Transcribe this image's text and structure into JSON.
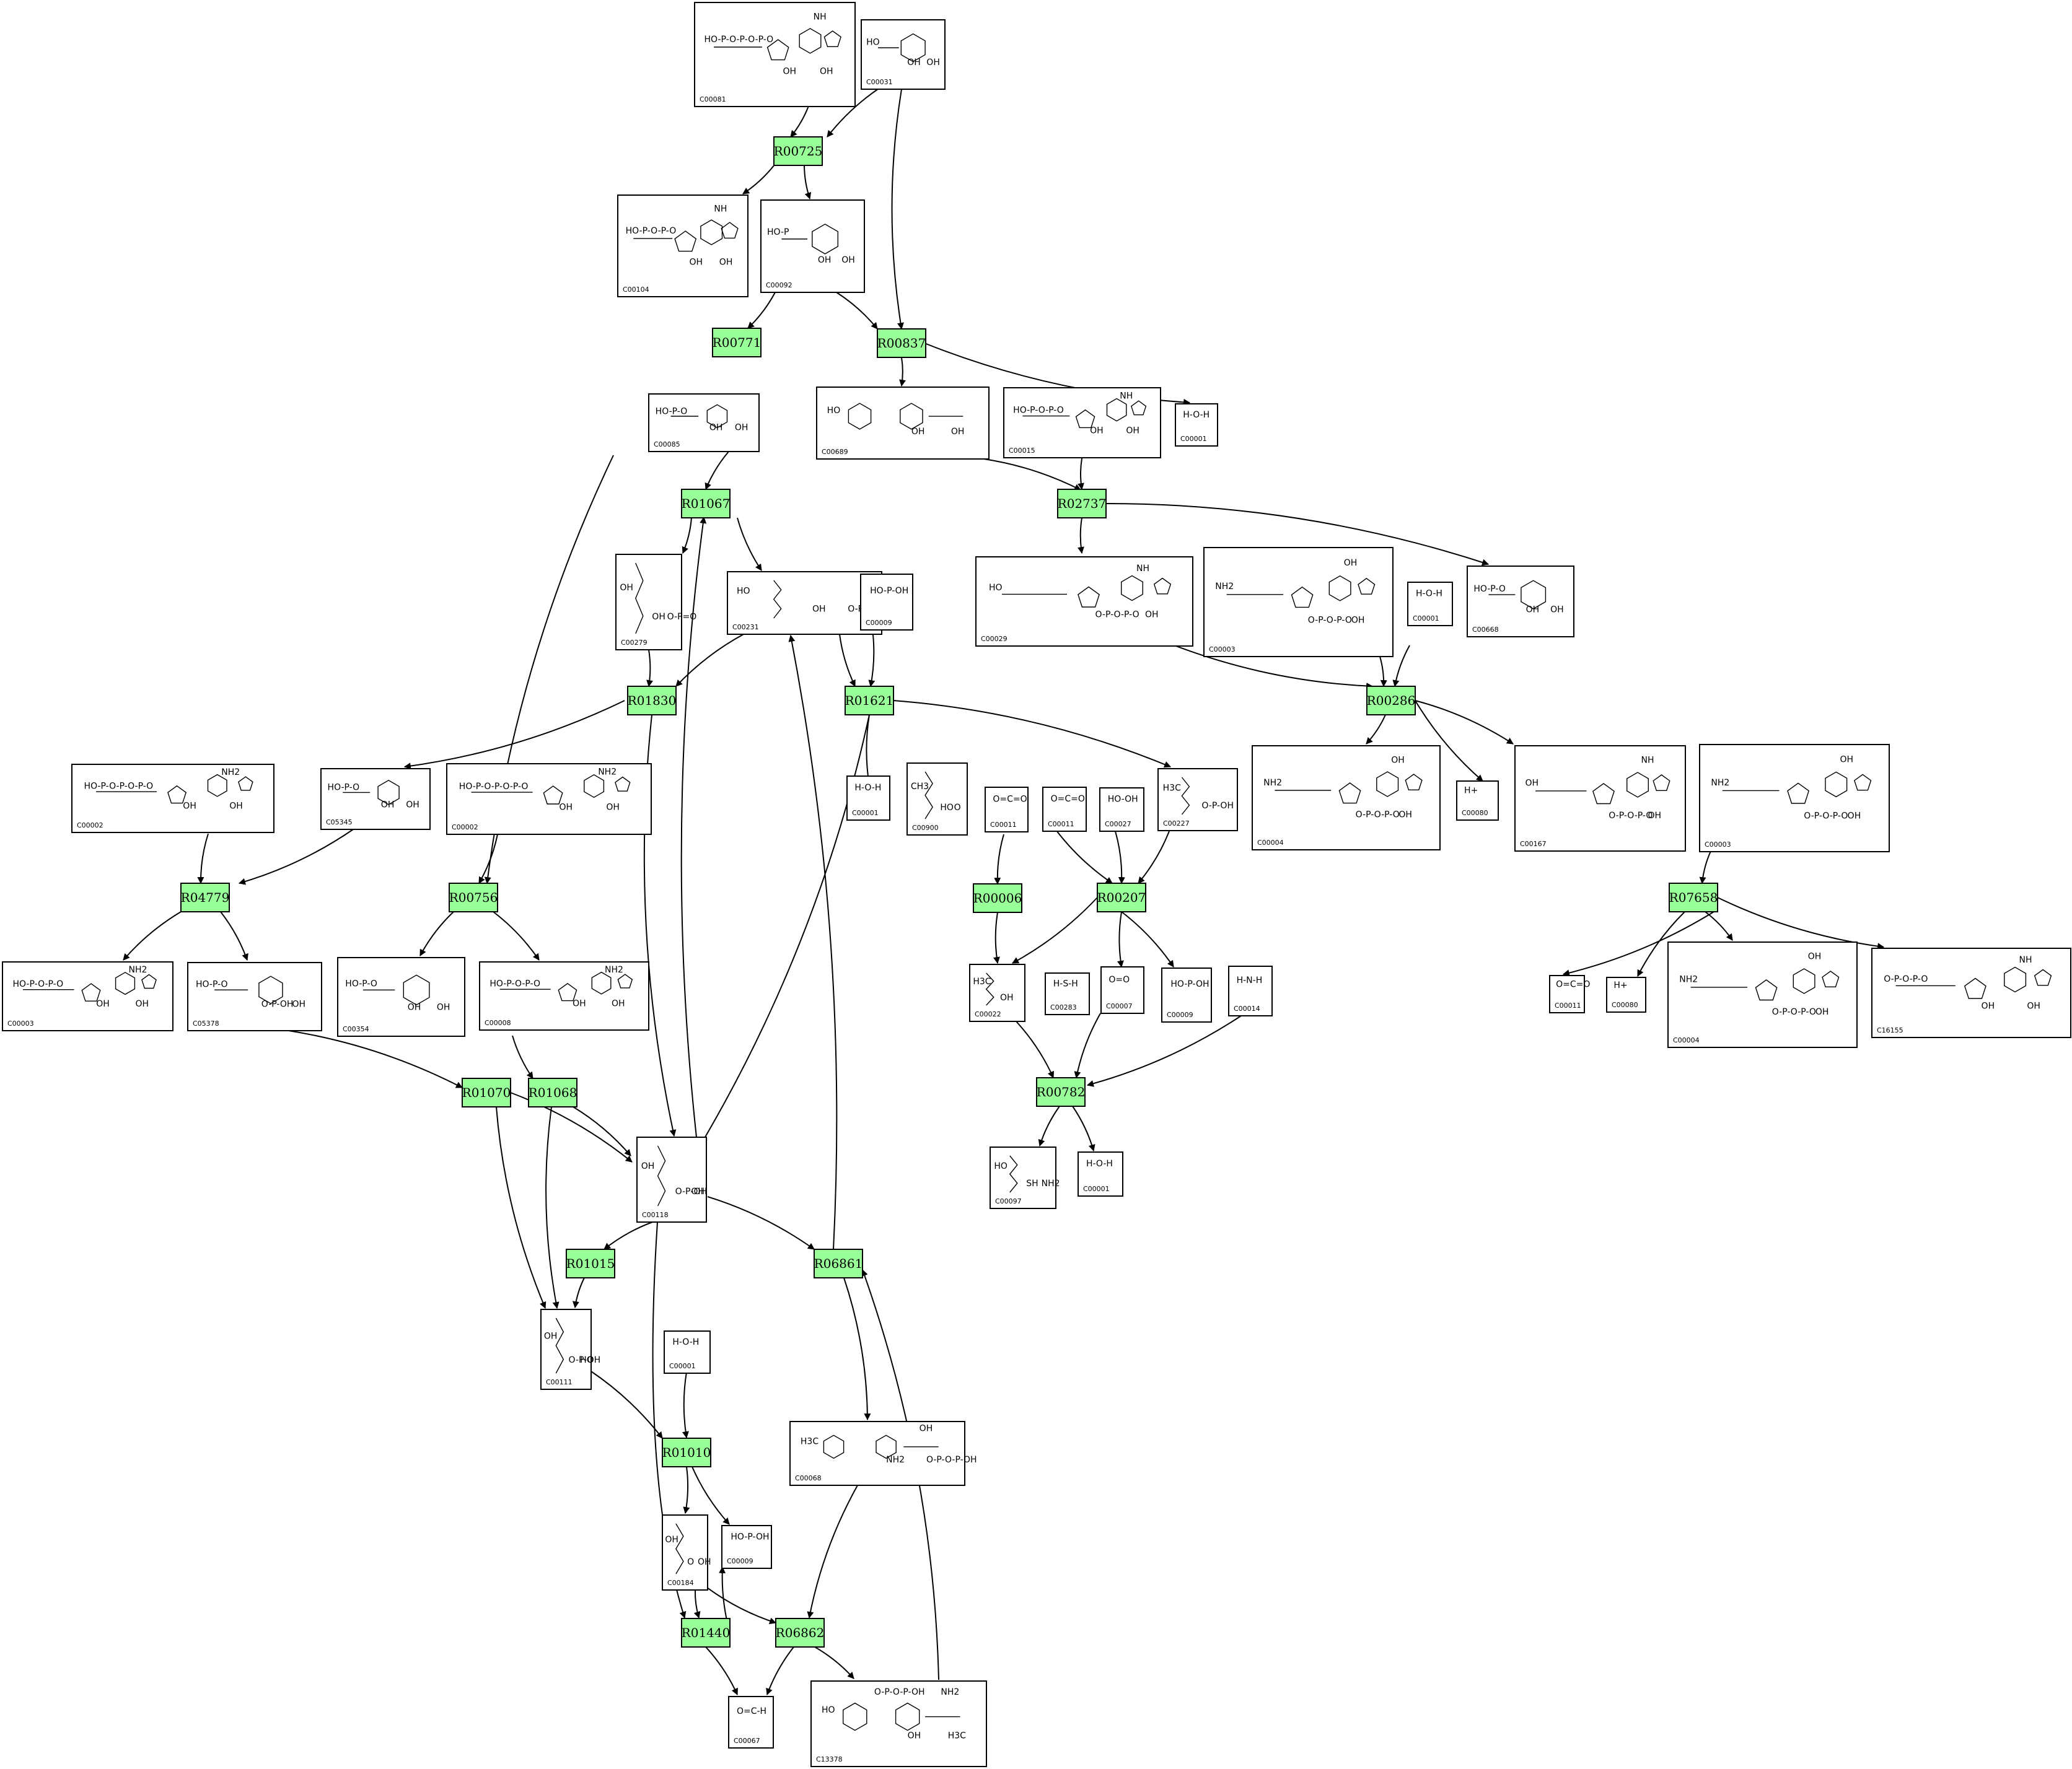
{
  "colors": {
    "reaction_fill": "#99ff99",
    "line": "#000000",
    "background": "#ffffff"
  },
  "reactions": [
    {
      "id": "R00725"
    },
    {
      "id": "R00771"
    },
    {
      "id": "R00837"
    },
    {
      "id": "R01067"
    },
    {
      "id": "R02737"
    },
    {
      "id": "R01830"
    },
    {
      "id": "R01621"
    },
    {
      "id": "R00286"
    },
    {
      "id": "R04779"
    },
    {
      "id": "R00756"
    },
    {
      "id": "R00006"
    },
    {
      "id": "R00207"
    },
    {
      "id": "R07658"
    },
    {
      "id": "R00782"
    },
    {
      "id": "R01070"
    },
    {
      "id": "R01068"
    },
    {
      "id": "R01015"
    },
    {
      "id": "R06861"
    },
    {
      "id": "R01010"
    },
    {
      "id": "R01440"
    },
    {
      "id": "R06862"
    }
  ],
  "compounds": [
    {
      "id": "C00081",
      "structure": "ring-nucleotide",
      "labels": [
        "HO-P-O-P-O-P-O",
        "OH",
        "OH",
        "NH"
      ]
    },
    {
      "id": "C00031",
      "structure": "ring-sugar",
      "labels": [
        "HO",
        "OH",
        "OH"
      ]
    },
    {
      "id": "C00104",
      "structure": "ring-nucleotide",
      "labels": [
        "HO-P-O-P-O",
        "OH",
        "OH",
        "NH"
      ]
    },
    {
      "id": "C00092",
      "structure": "ring-sugar",
      "labels": [
        "HO-P",
        "OH",
        "OH"
      ]
    },
    {
      "id": "C00085",
      "structure": "ring-sugar",
      "labels": [
        "HO-P-O",
        "OH",
        "OH"
      ]
    },
    {
      "id": "C00689",
      "structure": "ring-double",
      "labels": [
        "HO",
        "OH",
        "OH"
      ]
    },
    {
      "id": "C00015",
      "structure": "ring-nucleotide",
      "labels": [
        "HO-P-O-P-O",
        "OH",
        "OH",
        "NH"
      ]
    },
    {
      "id": "C00001",
      "structure": "small",
      "labels": [
        "H-O-H"
      ]
    },
    {
      "id": "C00279",
      "structure": "chain",
      "labels": [
        "OH",
        "OH",
        "O-P=O"
      ]
    },
    {
      "id": "C00231",
      "structure": "chain",
      "labels": [
        "HO",
        "OH",
        "O-P-OH"
      ]
    },
    {
      "id": "C00009",
      "structure": "small",
      "labels": [
        "HO-P-OH"
      ]
    },
    {
      "id": "C00029",
      "structure": "ring-nucleotide",
      "labels": [
        "HO",
        "O-P-O-P-O",
        "OH",
        "NH"
      ]
    },
    {
      "id": "C00003",
      "structure": "ring-nucleotide",
      "labels": [
        "NH2",
        "O-P-O-P-O",
        "OH",
        "OH"
      ]
    },
    {
      "id": "C00001",
      "structure": "small",
      "labels": [
        "H-O-H"
      ]
    },
    {
      "id": "C00668",
      "structure": "ring-sugar",
      "labels": [
        "HO-P-O",
        "OH",
        "OH"
      ]
    },
    {
      "id": "C00002",
      "structure": "ring-nucleotide",
      "labels": [
        "HO-P-O-P-O-P-O",
        "OH",
        "OH",
        "NH2"
      ]
    },
    {
      "id": "C05345",
      "structure": "ring-sugar",
      "labels": [
        "HO-P-O",
        "OH",
        "OH"
      ]
    },
    {
      "id": "C00002",
      "structure": "ring-nucleotide",
      "labels": [
        "HO-P-O-P-O-P-O",
        "OH",
        "OH",
        "NH2"
      ]
    },
    {
      "id": "C00001",
      "structure": "small",
      "labels": [
        "H-O-H"
      ]
    },
    {
      "id": "C00900",
      "structure": "chain",
      "labels": [
        "CH3",
        "HO",
        "O"
      ]
    },
    {
      "id": "C00011",
      "structure": "small",
      "labels": [
        "O=C=O"
      ]
    },
    {
      "id": "C00011",
      "structure": "small",
      "labels": [
        "O=C=O"
      ]
    },
    {
      "id": "C00027",
      "structure": "small",
      "labels": [
        "HO-OH"
      ]
    },
    {
      "id": "C00227",
      "structure": "chain",
      "labels": [
        "H3C",
        "O-P-OH"
      ]
    },
    {
      "id": "C00004",
      "structure": "ring-nucleotide",
      "labels": [
        "NH2",
        "O-P-O-P-O",
        "OH",
        "OH"
      ]
    },
    {
      "id": "C00080",
      "structure": "small",
      "labels": [
        "H+"
      ]
    },
    {
      "id": "C00167",
      "structure": "ring-nucleotide",
      "labels": [
        "OH",
        "O-P-O-P-O",
        "OH",
        "NH"
      ]
    },
    {
      "id": "C00003",
      "structure": "ring-nucleotide",
      "labels": [
        "NH2",
        "O-P-O-P-O",
        "OH",
        "OH"
      ]
    },
    {
      "id": "C00003",
      "structure": "ring-nucleotide",
      "labels": [
        "HO-P-O-P-O",
        "OH",
        "OH",
        "NH2"
      ]
    },
    {
      "id": "C05378",
      "structure": "ring-sugar",
      "labels": [
        "HO-P-O",
        "O-P-OH",
        "OH"
      ]
    },
    {
      "id": "C00354",
      "structure": "ring-sugar",
      "labels": [
        "HO-P-O",
        "OH",
        "OH"
      ]
    },
    {
      "id": "C00008",
      "structure": "ring-nucleotide",
      "labels": [
        "HO-P-O-P-O",
        "OH",
        "OH",
        "NH2"
      ]
    },
    {
      "id": "C00022",
      "structure": "chain",
      "labels": [
        "H3C",
        "OH"
      ]
    },
    {
      "id": "C00283",
      "structure": "small",
      "labels": [
        "H-S-H"
      ]
    },
    {
      "id": "C00007",
      "structure": "small",
      "labels": [
        "O=O"
      ]
    },
    {
      "id": "C00009",
      "structure": "small",
      "labels": [
        "HO-P-OH"
      ]
    },
    {
      "id": "C00014",
      "structure": "small",
      "labels": [
        "H-N-H"
      ]
    },
    {
      "id": "C00011",
      "structure": "small",
      "labels": [
        "O=C=O"
      ]
    },
    {
      "id": "C00080",
      "structure": "small",
      "labels": [
        "H+"
      ]
    },
    {
      "id": "C00004",
      "structure": "ring-nucleotide",
      "labels": [
        "NH2",
        "O-P-O-P-O",
        "OH",
        "OH"
      ]
    },
    {
      "id": "C16155",
      "structure": "ring-nucleotide",
      "labels": [
        "O-P-O-P-O",
        "OH",
        "OH",
        "NH"
      ]
    },
    {
      "id": "C00097",
      "structure": "chain",
      "labels": [
        "HO",
        "SH",
        "NH2"
      ]
    },
    {
      "id": "C00001",
      "structure": "small",
      "labels": [
        "H-O-H"
      ]
    },
    {
      "id": "C00118",
      "structure": "chain",
      "labels": [
        "OH",
        "O-P-OH",
        "OH"
      ]
    },
    {
      "id": "C00111",
      "structure": "chain",
      "labels": [
        "OH",
        "O-P-OH",
        "HO"
      ]
    },
    {
      "id": "C00001",
      "structure": "small",
      "labels": [
        "H-O-H"
      ]
    },
    {
      "id": "C00068",
      "structure": "ring-double",
      "labels": [
        "H3C",
        "NH2",
        "O-P-O-P-OH",
        "OH"
      ]
    },
    {
      "id": "C00184",
      "structure": "chain",
      "labels": [
        "OH",
        "O",
        "OH"
      ]
    },
    {
      "id": "C00009",
      "structure": "small",
      "labels": [
        "HO-P-OH"
      ]
    },
    {
      "id": "C00067",
      "structure": "small",
      "labels": [
        "O=C-H"
      ]
    },
    {
      "id": "C13378",
      "structure": "ring-double",
      "labels": [
        "HO",
        "OH",
        "H3C",
        "NH2",
        "O-P-O-P-OH"
      ]
    }
  ]
}
